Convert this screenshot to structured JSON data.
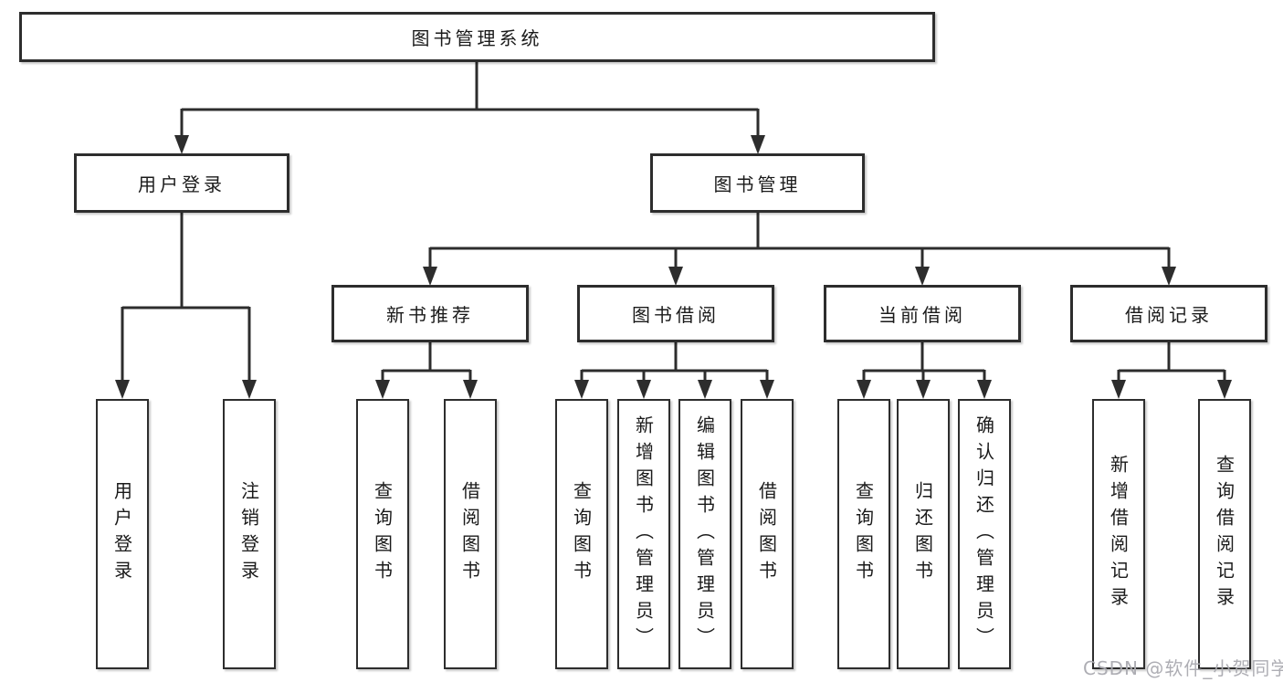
{
  "diagram_type": "tree-diagram",
  "tree": {
    "label": "图书管理系统",
    "children": [
      {
        "label": "用户登录",
        "children": [
          {
            "label": "用户登录"
          },
          {
            "label": "注销登录"
          }
        ]
      },
      {
        "label": "图书管理",
        "children": [
          {
            "label": "新书推荐",
            "children": [
              {
                "label": "查询图书"
              },
              {
                "label": "借阅图书"
              }
            ]
          },
          {
            "label": "图书借阅",
            "children": [
              {
                "label": "查询图书"
              },
              {
                "label": "新增图书（管理员）"
              },
              {
                "label": "编辑图书（管理员）"
              },
              {
                "label": "借阅图书"
              }
            ]
          },
          {
            "label": "当前借阅",
            "children": [
              {
                "label": "查询图书"
              },
              {
                "label": "归还图书"
              },
              {
                "label": "确认归还（管理员）"
              }
            ]
          },
          {
            "label": "借阅记录",
            "children": [
              {
                "label": "新增借阅记录"
              },
              {
                "label": "查询借阅记录"
              }
            ]
          }
        ]
      }
    ]
  },
  "watermark": {
    "text": "CSDN @软件_小贺同学"
  },
  "colors": {
    "line": "#2d2d2d",
    "text": "#1a1a1a",
    "background": "#ffffff",
    "watermark": "#aaaab0"
  }
}
